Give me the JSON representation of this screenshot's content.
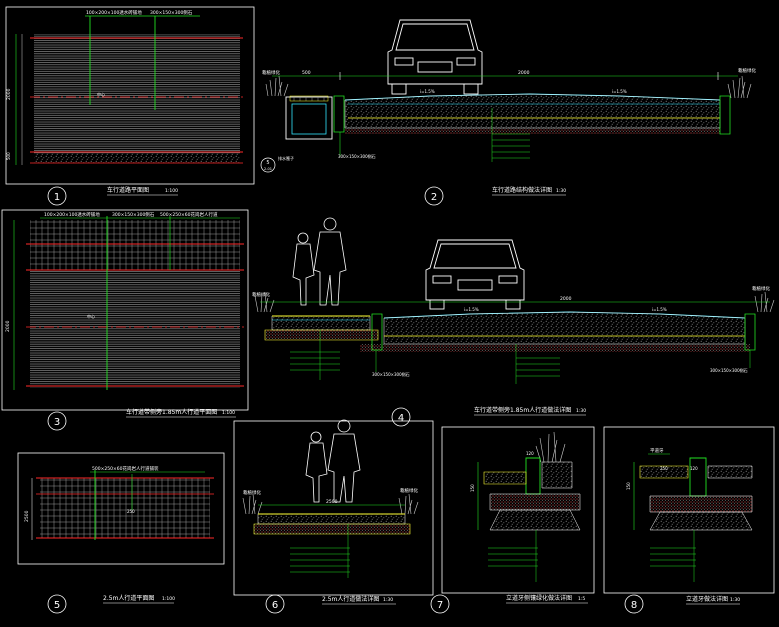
{
  "colors": {
    "background": "#000000",
    "frame": "#ffffff",
    "hatch": "#a8a8a8",
    "red_line": "#ff2a2a",
    "green_line": "#22e022",
    "yellow": "#ffff33",
    "cyan": "#33e5ff",
    "text": "#ffffff"
  },
  "dims": {
    "d500": "500",
    "d2000": "2000",
    "d2500": "2500",
    "d250": "250",
    "d150": "150",
    "d120": "120",
    "d50": "50",
    "slope": "i=1.5%"
  },
  "panels": [
    {
      "number": "1",
      "title": "车行道路平面图",
      "scale": "1:100",
      "top_label": "100×200×100透水砖铺地",
      "top_label2": "300×150×300侧石",
      "center_mark": "中心"
    },
    {
      "number": "2",
      "title": "车行道路结构做法详图",
      "scale": "1:30",
      "left_label": "栽植绿化",
      "right_label": "栽植绿化",
      "curb_label": "300×150×300侧石",
      "circle_label": "5",
      "circle_sub": "2-01",
      "grate_label": "排水篦子"
    },
    {
      "number": "3",
      "title": "车行道带侧旁1.85m人行道平面图",
      "scale": "1:100",
      "top_label": "100×200×100透水砖铺地",
      "top_label2": "300×150×300侧石",
      "top_label3": "500×250×60花岗岩人行道",
      "center_mark": "中心"
    },
    {
      "number": "4",
      "title": "车行道带侧旁1.85m人行道做法详图",
      "scale": "1:30",
      "left_label": "栽植绿化",
      "right_label": "栽植绿化",
      "curb_label": "300×150×300侧石"
    },
    {
      "number": "5",
      "title": "2.5m人行道平面图",
      "scale": "1:100",
      "top_label": "500×250×60花岗岩人行道铺装"
    },
    {
      "number": "6",
      "title": "2.5m人行道做法详图",
      "scale": "1:30",
      "left_label": "栽植绿化",
      "right_label": "栽植绿化"
    },
    {
      "number": "7",
      "title": "立道牙侧镶绿化做法详图",
      "scale": "1:5"
    },
    {
      "number": "8",
      "title": "立道牙做法详图",
      "scale": "1:30",
      "top_label": "平道牙"
    }
  ]
}
